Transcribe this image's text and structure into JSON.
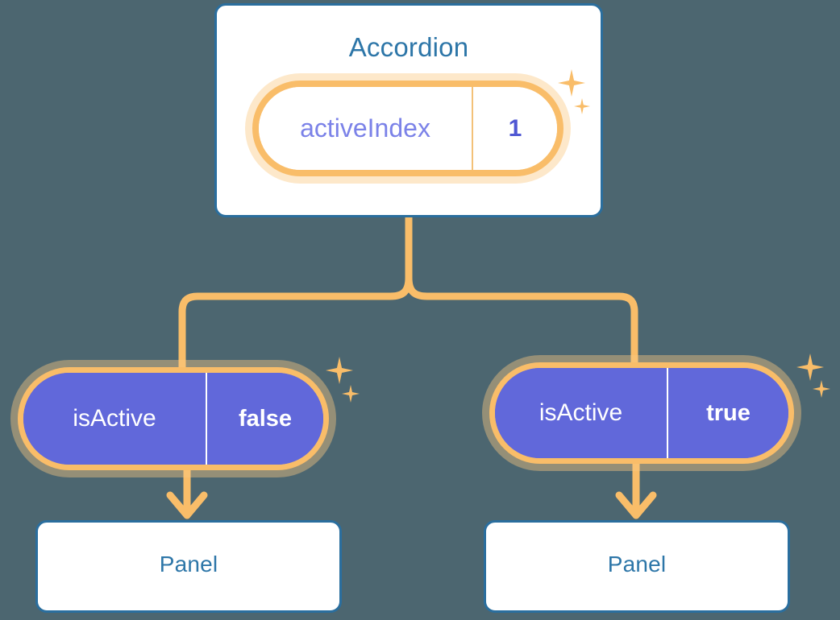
{
  "theme": {
    "background": "#4c6670",
    "card_border": "#2a6e9e",
    "card_title_color": "#2d76a8",
    "accent_orange": "#f9bd69",
    "accent_orange_glow": "#fad9a8",
    "pill_purple": "#6168da",
    "key_text_purple": "#7b82e8",
    "value_text_purple": "#4f57d3",
    "white": "#ffffff"
  },
  "diagram": {
    "type": "component-state-tree",
    "root": {
      "name": "accordion-card",
      "title": "Accordion",
      "state_pill": {
        "key": "activeIndex",
        "value": "1",
        "style": "white-pill-orange-border",
        "highlighted": true
      }
    },
    "children": [
      {
        "name": "branch-left",
        "state_pill": {
          "key": "isActive",
          "value": "false",
          "style": "purple-pill-orange-border",
          "highlighted": true
        },
        "child_card": {
          "title": "Panel"
        }
      },
      {
        "name": "branch-right",
        "state_pill": {
          "key": "isActive",
          "value": "true",
          "style": "purple-pill-orange-border",
          "highlighted": true
        },
        "child_card": {
          "title": "Panel"
        }
      }
    ],
    "decorations": [
      {
        "icon": "sparkle-icon",
        "size": "large",
        "near": "activeIndex-pill"
      },
      {
        "icon": "sparkle-icon",
        "size": "small",
        "near": "activeIndex-pill"
      },
      {
        "icon": "sparkle-icon",
        "size": "large",
        "near": "isActive-false-pill"
      },
      {
        "icon": "sparkle-icon",
        "size": "small",
        "near": "isActive-false-pill"
      },
      {
        "icon": "sparkle-icon",
        "size": "large",
        "near": "isActive-true-pill"
      },
      {
        "icon": "sparkle-icon",
        "size": "small",
        "near": "isActive-true-pill"
      }
    ],
    "connectors": [
      {
        "icon": "branch-connector-icon",
        "from": "accordion-card",
        "to": [
          "isActive-false-pill",
          "isActive-true-pill"
        ]
      },
      {
        "icon": "arrow-down-icon",
        "from": "isActive-false-pill",
        "to": "panel-left"
      },
      {
        "icon": "arrow-down-icon",
        "from": "isActive-true-pill",
        "to": "panel-right"
      }
    ]
  }
}
